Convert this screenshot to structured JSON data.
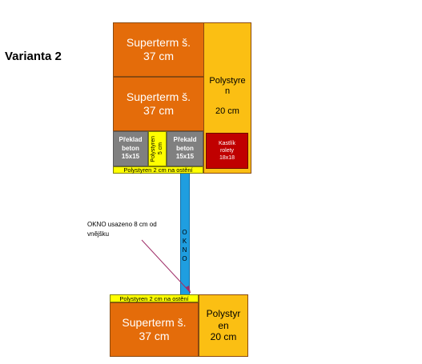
{
  "heading": "Varianta 2",
  "top": {
    "superterm_upper": [
      "Superterm š.",
      "37 cm"
    ],
    "superterm_lower": [
      "Superterm š.",
      "37 cm"
    ],
    "polystyren_right": [
      "Polystyre",
      "n",
      "20 cm"
    ],
    "lintel_left": [
      "Překlad",
      "beton",
      "15x15"
    ],
    "lintel_mid": [
      "Polystyren",
      "5 cm"
    ],
    "lintel_right": [
      "Překald",
      "beton",
      "15x15"
    ],
    "shutter_box": [
      "Kastlík",
      "rolety",
      "18x18"
    ],
    "reveal_strip": "Polystyren 2 cm na ostění"
  },
  "window": {
    "letters": [
      "O",
      "K",
      "N",
      "O"
    ],
    "annotation": "OKNO usazeno 8 cm od vnějšku"
  },
  "bottom": {
    "reveal_strip": "Polystyren 2 cm na ostění",
    "superterm": [
      "Superterm š.",
      "37 cm"
    ],
    "polystyren": [
      "Polystyr",
      "en",
      "20 cm"
    ]
  },
  "colors": {
    "superterm": "#e46c0a",
    "polystyren": "#fbbf13",
    "lintel": "#808080",
    "strip": "#ffff00",
    "shutter_box": "#c00000",
    "window": "#1f9ee0",
    "arrow": "#a0306a"
  }
}
